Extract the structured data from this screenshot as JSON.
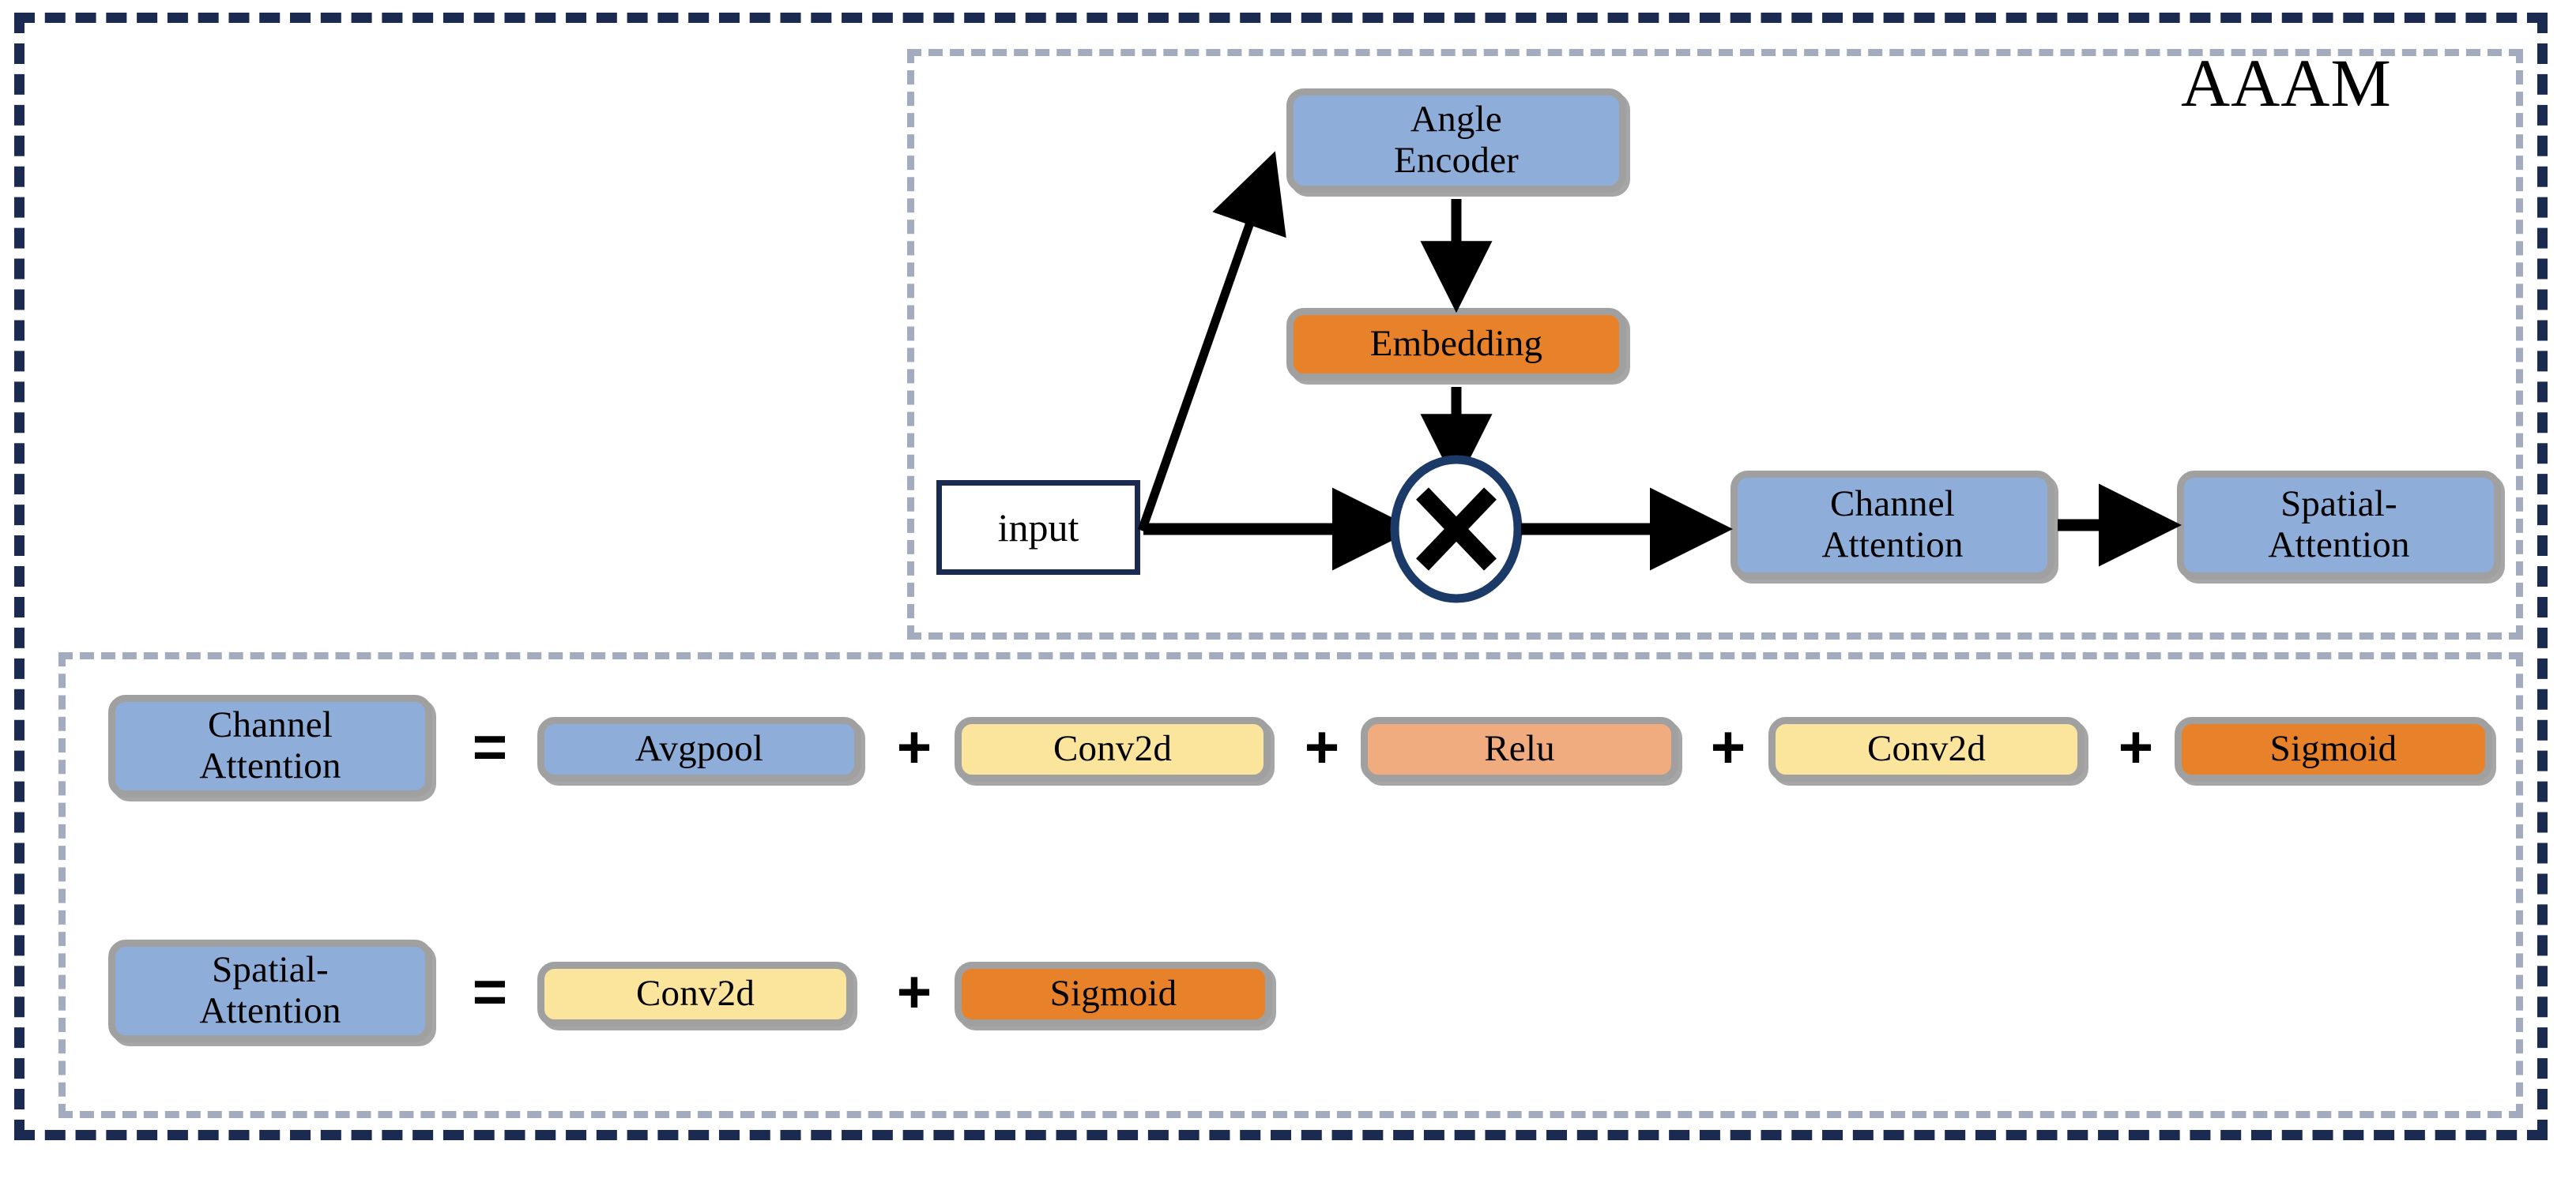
{
  "diagram": {
    "title": "AAAM",
    "outer_frame_color": "#1b2a50",
    "panel_border_color": "#a3abbe",
    "node_border_color": "#a0a0a0",
    "arrow_color": "#000000",
    "circle_color": "#1b3a68"
  },
  "top_flow": {
    "caption": "AAAM",
    "nodes": {
      "input": {
        "label": "input",
        "color": "#ffffff"
      },
      "angle_encoder": {
        "label": "Angle\nEncoder",
        "color": "#8fadd9"
      },
      "embedding": {
        "label": "Embedding",
        "color": "#e8822a"
      },
      "multiply": {
        "label": "✕",
        "color": "#1b3a68"
      },
      "channel_attention": {
        "label": "Channel\nAttention",
        "color": "#8fadd9"
      },
      "spatial_attention": {
        "label": "Spatial-\nAttention",
        "color": "#8fadd9"
      }
    },
    "edges": [
      {
        "from": "input",
        "to": "angle_encoder",
        "style": "diagonal-arrow"
      },
      {
        "from": "angle_encoder",
        "to": "embedding",
        "style": "down-arrow"
      },
      {
        "from": "embedding",
        "to": "multiply",
        "style": "down-arrow"
      },
      {
        "from": "input",
        "to": "multiply",
        "style": "right-arrow"
      },
      {
        "from": "multiply",
        "to": "channel_attention",
        "style": "right-arrow"
      },
      {
        "from": "channel_attention",
        "to": "spatial_attention",
        "style": "right-arrow"
      }
    ]
  },
  "equations": [
    {
      "lhs": {
        "label": "Channel\nAttention",
        "color": "#8fadd9"
      },
      "equals": "=",
      "terms": [
        {
          "label": "Avgpool",
          "color": "#8fadd9"
        },
        {
          "label": "Conv2d",
          "color": "#fbe49b"
        },
        {
          "label": "Relu",
          "color": "#f0ab7e"
        },
        {
          "label": "Conv2d",
          "color": "#fbe49b"
        },
        {
          "label": "Sigmoid",
          "color": "#e8822a"
        }
      ],
      "separators": [
        "+",
        "+",
        "+",
        "+"
      ]
    },
    {
      "lhs": {
        "label": "Spatial-\nAttention",
        "color": "#8fadd9"
      },
      "equals": "=",
      "terms": [
        {
          "label": "Conv2d",
          "color": "#fbe49b"
        },
        {
          "label": "Sigmoid",
          "color": "#e8822a"
        }
      ],
      "separators": [
        "+"
      ]
    }
  ]
}
